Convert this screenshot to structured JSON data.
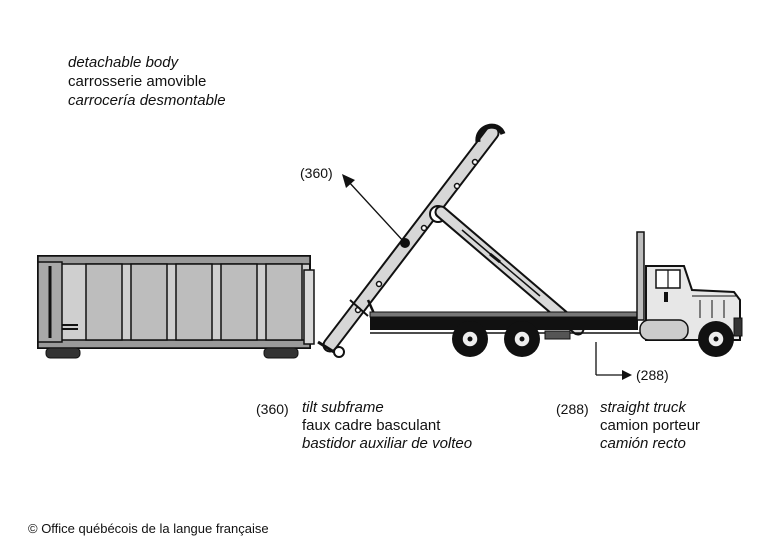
{
  "labels": {
    "body": {
      "en": "detachable body",
      "fr": "carrosserie amovible",
      "es": "carrocería desmontable"
    },
    "tilt": {
      "ref": "(360)",
      "en": "tilt subframe",
      "fr": "faux cadre basculant",
      "es": "bastidor auxiliar de volteo"
    },
    "truck": {
      "ref": "(288)",
      "en": "straight truck",
      "fr": "camion porteur",
      "es": "camión recto"
    }
  },
  "callouts": {
    "arm_ref": "(360)",
    "truck_ref": "(288)"
  },
  "copyright": "© Office québécois de la langue française"
}
